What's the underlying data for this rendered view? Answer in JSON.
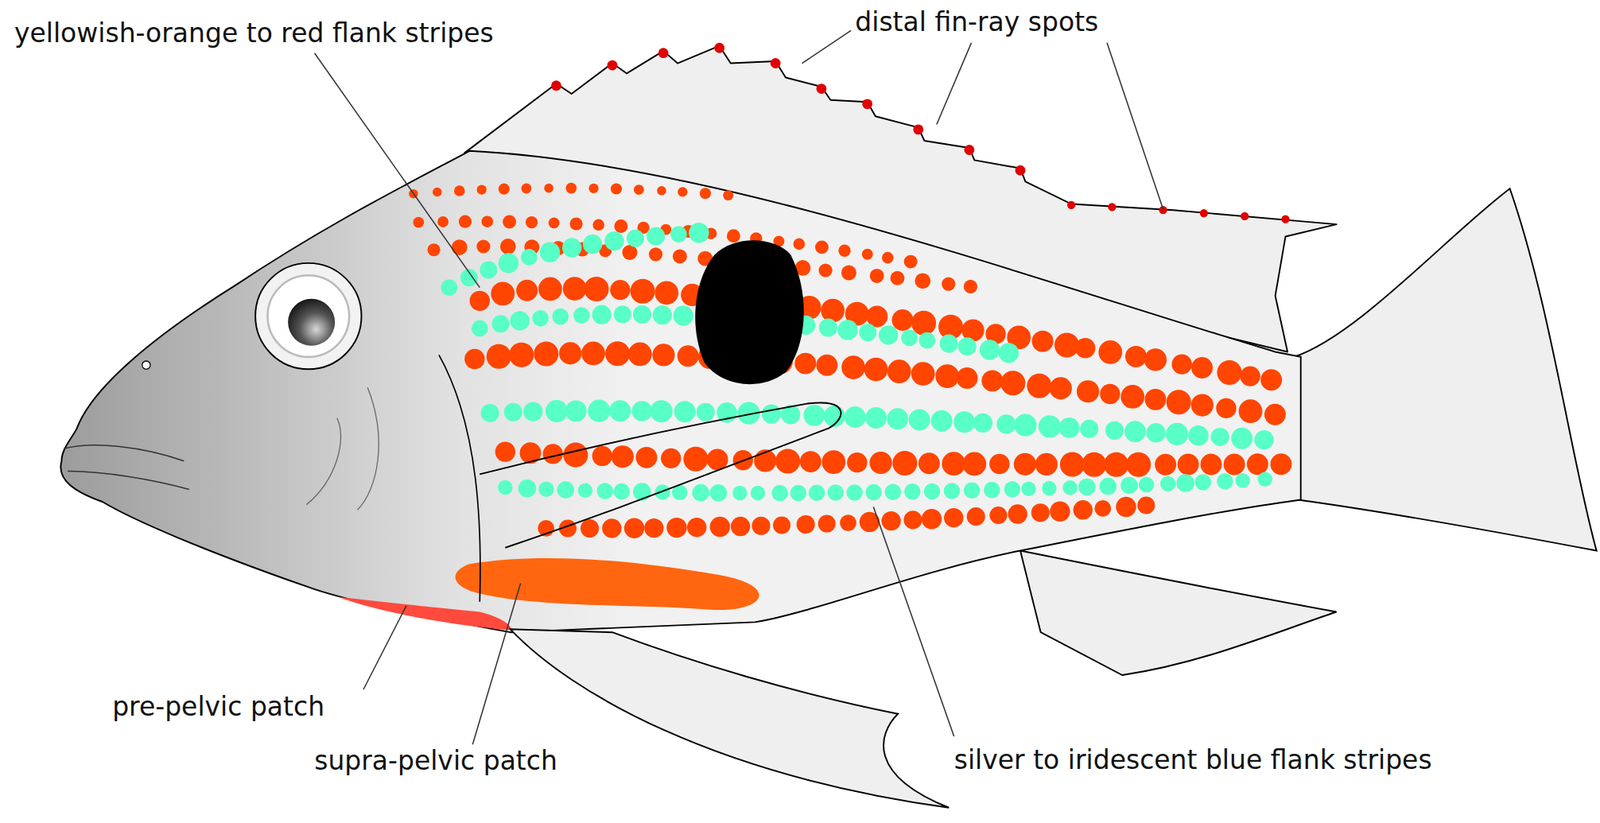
{
  "diagram": {
    "labels": [
      "yellowish-orange to red flank stripes",
      "distal fin-ray spots",
      "pre-pelvic patch",
      "supra-pelvic patch",
      "silver to iridescent blue flank stripes"
    ]
  }
}
